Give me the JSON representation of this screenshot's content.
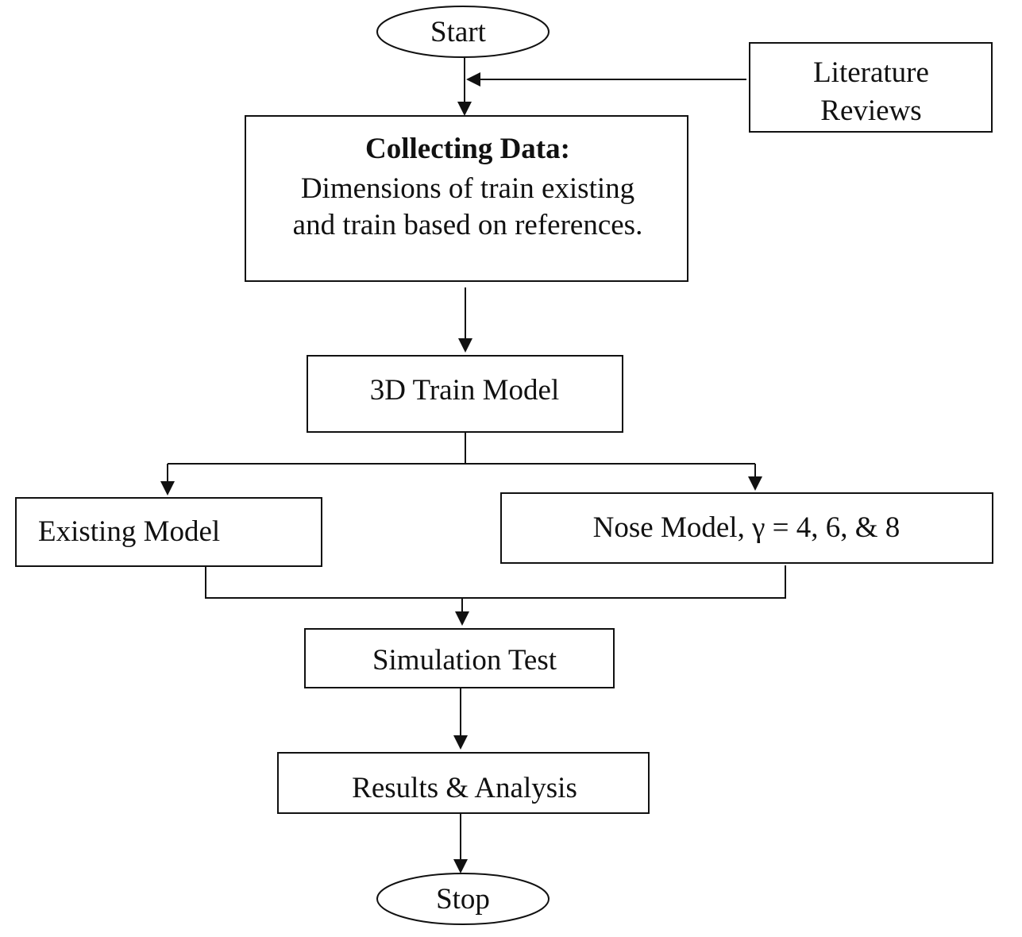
{
  "nodes": {
    "start": {
      "label": "Start",
      "shape": "terminator"
    },
    "literature": {
      "line1": "Literature",
      "line2": "Reviews",
      "shape": "process"
    },
    "collecting": {
      "heading": "Collecting Data:",
      "line1": "Dimensions of train existing",
      "line2": "and train based on references.",
      "shape": "process"
    },
    "train3d": {
      "label": "3D Train Model",
      "shape": "process"
    },
    "existing": {
      "label": "Existing Model",
      "shape": "process"
    },
    "nose": {
      "label": "Nose Model, γ = 4, 6, & 8",
      "shape": "process"
    },
    "simulation": {
      "label": "Simulation Test",
      "shape": "process"
    },
    "results": {
      "label": "Results & Analysis",
      "shape": "process"
    },
    "stop": {
      "label": "Stop",
      "shape": "terminator"
    }
  },
  "edges": [
    {
      "from": "start",
      "to": "collecting"
    },
    {
      "from": "literature",
      "to": "collecting"
    },
    {
      "from": "collecting",
      "to": "train3d"
    },
    {
      "from": "train3d",
      "to": "existing"
    },
    {
      "from": "train3d",
      "to": "nose"
    },
    {
      "from": "existing",
      "to": "simulation"
    },
    {
      "from": "nose",
      "to": "simulation"
    },
    {
      "from": "simulation",
      "to": "results"
    },
    {
      "from": "results",
      "to": "stop"
    }
  ],
  "colors": {
    "stroke": "#111111",
    "fill": "#ffffff",
    "text": "#111111"
  }
}
